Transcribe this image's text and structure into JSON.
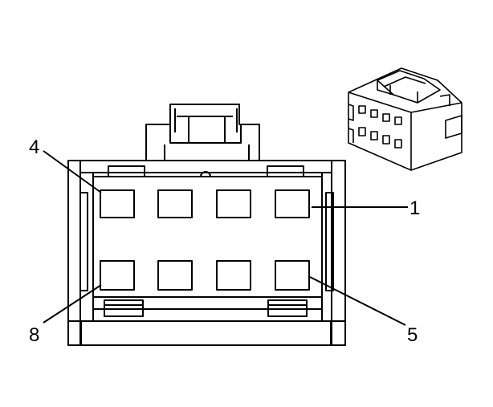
{
  "diagram": {
    "pin_labels": {
      "pin_1": "1",
      "pin_4": "4",
      "pin_5": "5",
      "pin_8": "8"
    },
    "connector": {
      "cavity_rows": 2,
      "cavities_per_row": 4
    },
    "colors": {
      "line": "#000000",
      "background": "#ffffff"
    }
  }
}
